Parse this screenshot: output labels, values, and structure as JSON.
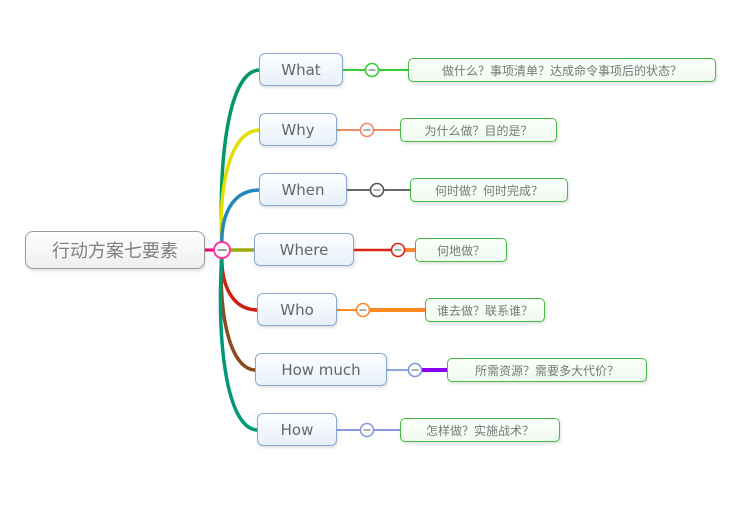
{
  "root": {
    "label": "行动方案七要素",
    "border_color": "#9a9a9a",
    "text_color": "#808080"
  },
  "hub": {
    "icon": "collapse-minus-icon",
    "link_color": "#ff0077",
    "icon_border_color": "#ff3399"
  },
  "node_colors": {
    "branch_border": "#85a8d0",
    "child_border": "#44bb44",
    "minus_color": "#999999"
  },
  "branches": [
    {
      "label": "What",
      "child_label": "做什么？事项清单？达成命令事项后的状态？",
      "curve_color": "#009966",
      "link_color": "#33cc33",
      "child_link_color": "#33cc33"
    },
    {
      "label": "Why",
      "child_label": "为什么做？目的是？",
      "curve_color": "#dfe000",
      "link_color": "#ee8866",
      "child_link_color": "#ee8866"
    },
    {
      "label": "When",
      "child_label": "何时做？何时完成？",
      "curve_color": "#2288bb",
      "link_color": "#555555",
      "child_link_color": "#555555"
    },
    {
      "label": "Where",
      "child_label": "何地做？",
      "curve_color": "#9aaa11",
      "link_color": "#dd2211",
      "child_link_color": "#ff8833"
    },
    {
      "label": "Who",
      "child_label": "谁去做？联系谁？",
      "curve_color": "#cc2211",
      "link_color": "#ff8822",
      "child_link_color": "#ff8822"
    },
    {
      "label": "How much",
      "child_label": "所需资源？需要多大代价？",
      "curve_color": "#8a4a22",
      "link_color": "#7799dd",
      "child_link_color": "#8800ee"
    },
    {
      "label": "How",
      "child_label": "怎样做？实施战术？",
      "curve_color": "#009977",
      "link_color": "#8899dd",
      "child_link_color": "#8899dd"
    }
  ]
}
